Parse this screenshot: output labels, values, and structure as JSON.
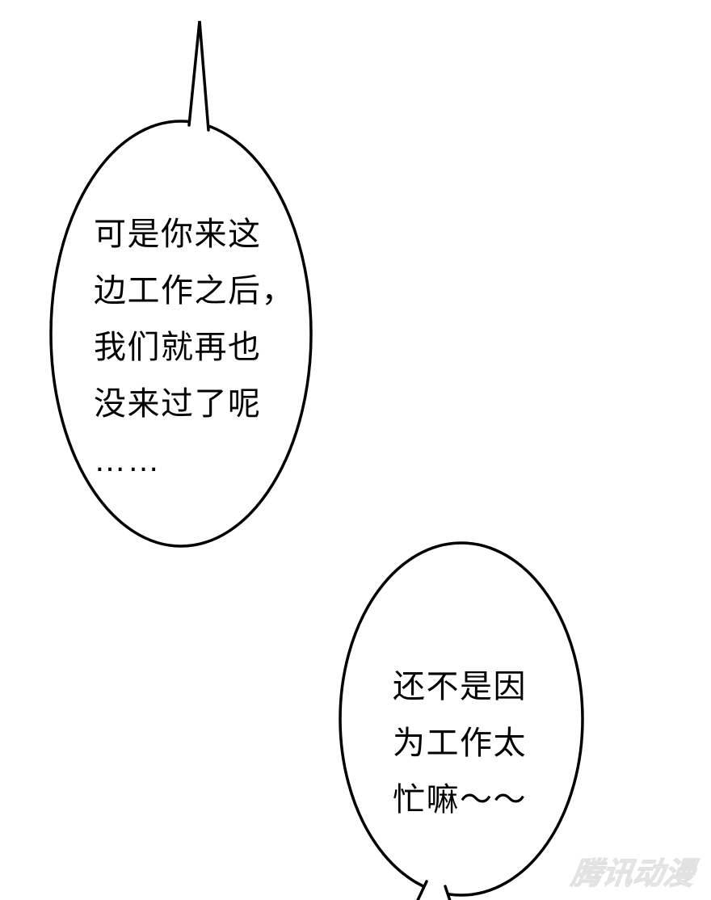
{
  "comic": {
    "bubble1": {
      "lines": [
        "可是你来这",
        "边工作之后，",
        "我们就再也",
        "没来过了呢",
        "……"
      ]
    },
    "bubble2": {
      "lines": [
        "还不是因",
        "为工作太",
        "忙嘛～～"
      ]
    },
    "watermark": "腾讯动漫"
  },
  "colors": {
    "background": "#ffffff",
    "bubble_fill": "#ffffff",
    "bubble_outline": "#000000",
    "text": "#000000",
    "watermark": "#ededed"
  }
}
